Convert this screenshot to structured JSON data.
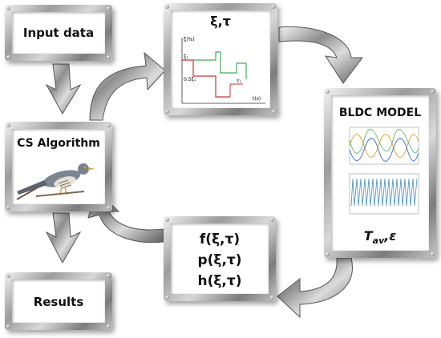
{
  "boxes": {
    "input": {
      "label": "Input data"
    },
    "cs": {
      "label": "CS Algorithm"
    },
    "results": {
      "label": "Results"
    },
    "xi_tau": {
      "label": "ξ,τ",
      "graph": {
        "ylabel": "ξ(%)",
        "xlabel": "t(s)",
        "tick_y1": "ξ₁",
        "tick_y2": "0.5ξ₁",
        "tau_label": "τ₁"
      }
    },
    "bldc": {
      "title": "BLDC MODEL",
      "output_base": "T",
      "output_sub": "av",
      "output_tail": ",ε"
    },
    "functions": {
      "f": "f(ξ,τ)",
      "p": "p(ξ,τ)",
      "h": "h(ξ,τ)"
    }
  },
  "colors": {
    "red_step": "#cc3333",
    "green_step": "#44aa55",
    "panel_metal": "#a0a0a0",
    "arrow_metal": "#8a8a8a"
  }
}
